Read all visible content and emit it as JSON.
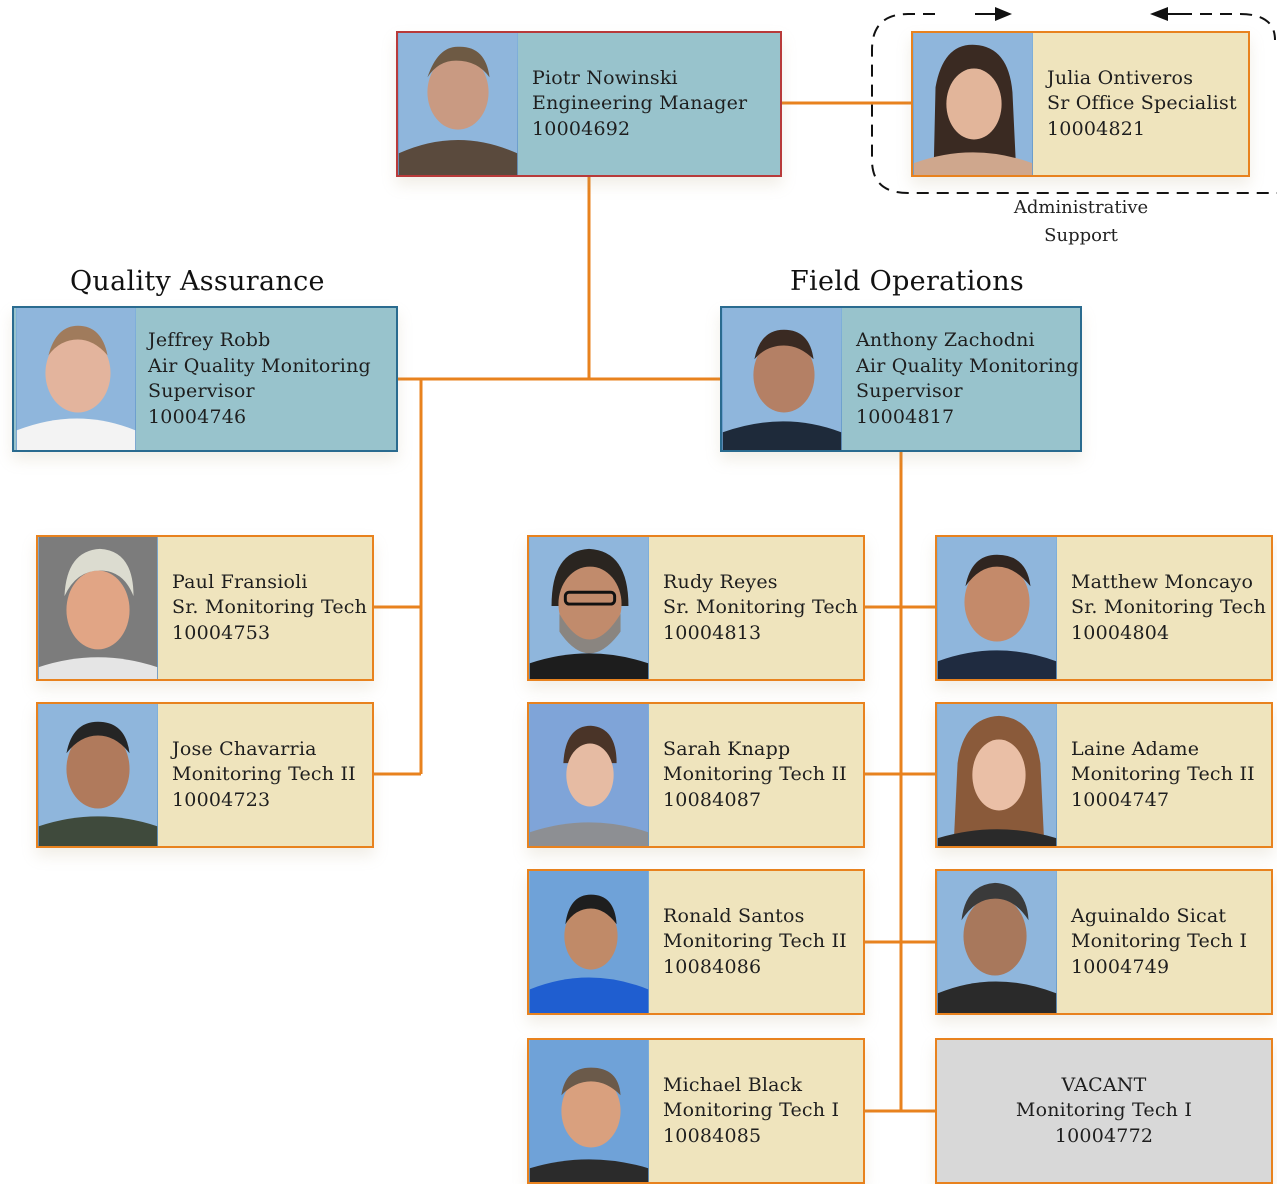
{
  "sections": {
    "quality_assurance": "Quality Assurance",
    "field_operations": "Field Operations"
  },
  "admin_group_label_line1": "Administrative",
  "admin_group_label_line2": "Support",
  "people": {
    "manager": {
      "name": "Piotr Nowinski",
      "title": "Engineering Manager",
      "id": "10004692"
    },
    "admin": {
      "name": "Julia Ontiveros",
      "title": "Sr Office Specialist",
      "id": "10004821"
    },
    "qa_supervisor": {
      "name": "Jeffrey Robb",
      "title_line1": "Air Quality Monitoring",
      "title_line2": "Supervisor",
      "id": "10004746"
    },
    "fo_supervisor": {
      "name": "Anthony Zachodni",
      "title_line1": "Air Quality Monitoring",
      "title_line2": "Supervisor",
      "id": "10004817"
    },
    "paul": {
      "name": "Paul Fransioli",
      "title": "Sr. Monitoring Tech",
      "id": "10004753"
    },
    "jose": {
      "name": "Jose Chavarria",
      "title": "Monitoring Tech II",
      "id": "10004723"
    },
    "rudy": {
      "name": "Rudy Reyes",
      "title": "Sr. Monitoring Tech",
      "id": "10004813"
    },
    "matthew": {
      "name": "Matthew Moncayo",
      "title": "Sr. Monitoring Tech",
      "id": "10004804"
    },
    "sarah": {
      "name": "Sarah Knapp",
      "title": "Monitoring Tech II",
      "id": "10084087"
    },
    "laine": {
      "name": "Laine Adame",
      "title": "Monitoring Tech II",
      "id": "10004747"
    },
    "ronald": {
      "name": "Ronald Santos",
      "title": "Monitoring Tech II",
      "id": "10084086"
    },
    "aguinaldo": {
      "name": "Aguinaldo Sicat",
      "title": "Monitoring Tech I",
      "id": "10004749"
    },
    "michael": {
      "name": "Michael Black",
      "title": "Monitoring Tech I",
      "id": "10084085"
    },
    "vacant": {
      "name": "VACANT",
      "title": "Monitoring Tech I",
      "id": "10004772"
    }
  },
  "colors": {
    "connector": "#e8821e",
    "manager_border": "#b83a3a",
    "supervisor_border": "#2a6b8f",
    "card_fill": "#efe4bd",
    "leader_fill": "#98c3cc",
    "vacant_fill": "#d8d8d8"
  }
}
